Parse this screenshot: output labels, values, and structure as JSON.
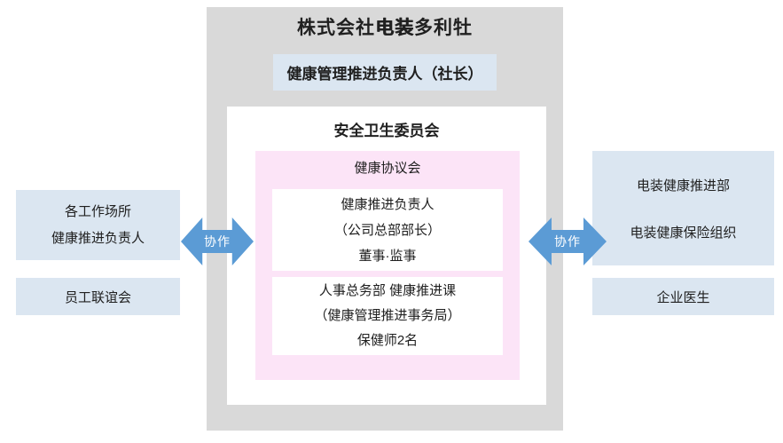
{
  "colors": {
    "gray_panel": "#d9d9d9",
    "light_blue_box": "#dbe6f1",
    "pink_box": "#fce4f7",
    "inner_white_box": "#ffffff",
    "arrow_blue": "#5b9bd5",
    "text": "#202020",
    "arrow_text": "#ffffff"
  },
  "main_panel": {
    "title_prefix": "株式会社",
    "title_brand": "电装",
    "title_suffix": "多利牡",
    "leader_label": "健康管理推进负责人（社长）",
    "committee": {
      "title": "安全卫生委员会",
      "council": {
        "title": "健康协议会",
        "leader_box_lines": [
          "健康推进负责人",
          "（公司总部部长）",
          "董事·监事"
        ],
        "office_box_lines": [
          "人事总务部 健康推进课",
          "（健康管理推进事务局）",
          "保健师2名"
        ]
      }
    }
  },
  "left_column": {
    "worksite_lines": [
      "各工作场所",
      "健康推进负责人"
    ],
    "association_label": "员工联谊会"
  },
  "right_column": {
    "denso_lines": [
      "电装健康推进部",
      "电装健康保险组织"
    ],
    "doctor_label": "企业医生"
  },
  "arrows": {
    "left_label": "协作",
    "right_label": "协作"
  }
}
